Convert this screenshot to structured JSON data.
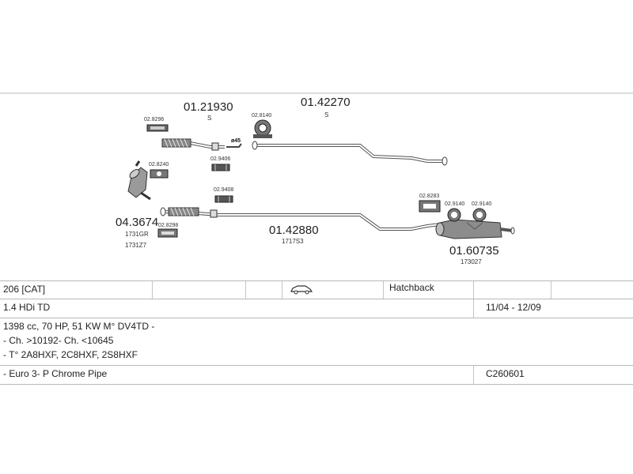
{
  "diagram": {
    "parts": [
      {
        "id": "p1",
        "number": "01.21930",
        "sub": "S"
      },
      {
        "id": "p2",
        "number": "01.42270",
        "sub": "S"
      },
      {
        "id": "p3",
        "number": "04.3674",
        "sub": "1731GR",
        "sub2": "1731Z7"
      },
      {
        "id": "p4",
        "number": "01.42880",
        "sub": "1717S3"
      },
      {
        "id": "p5",
        "number": "01.60735",
        "sub": "173027"
      }
    ],
    "fittings": [
      {
        "id": "f1",
        "number": "02.8296"
      },
      {
        "id": "f2",
        "number": "02.8140"
      },
      {
        "id": "f3",
        "number": "02.8240"
      },
      {
        "id": "f4",
        "number": "02.9406"
      },
      {
        "id": "f5",
        "number": "02.9408"
      },
      {
        "id": "f6",
        "number": "02.8298"
      },
      {
        "id": "f7",
        "number": "02.8283"
      },
      {
        "id": "f8",
        "number": "02.9140"
      },
      {
        "id": "f9",
        "number": "02.9140"
      }
    ],
    "diameter_label": "ø45"
  },
  "table": {
    "model": "206 [CAT]",
    "body_type": "Hatchback",
    "engine": "1.4 HDi TD",
    "years": "11/04 - 12/09",
    "spec": "1398 cc, 70 HP, 51 KW M° DV4TD -",
    "chassis": "- Ch. >10192- Ch. <10645",
    "type_codes": "- T° 2A8HXF, 2C8HXF, 2S8HXF",
    "notes": "- Euro 3- P Chrome Pipe",
    "code": "C260601"
  }
}
